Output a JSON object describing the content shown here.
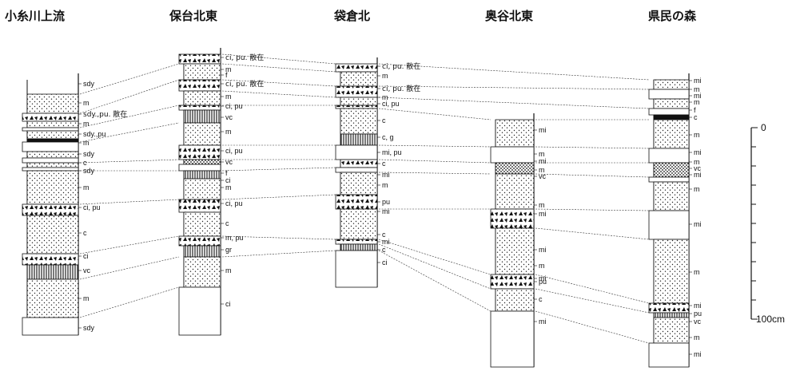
{
  "columns": [
    {
      "title": "小糸川上流",
      "labels": [
        "sdy",
        "m",
        "sdy.,pu. 散在",
        "m",
        "sdy.,pu",
        "m",
        "sdy",
        "c",
        "sdy",
        "m",
        "ci, pu",
        "c",
        "ci",
        "vc",
        "m",
        "sdy"
      ]
    },
    {
      "title": "保台北東",
      "labels": [
        "ci, pu. 散在",
        "m",
        "f",
        "ci, pu. 散在",
        "m",
        "ci, pu",
        "vc",
        "m",
        "ci, pu",
        "vc",
        "f",
        "ci",
        "m",
        "ci, pu",
        "c",
        "m, pu",
        "gr",
        "m",
        "ci"
      ]
    },
    {
      "title": "袋倉北",
      "labels": [
        "ci, pu. 散在",
        "m",
        "ci, pu. 散在",
        "m",
        "ci, pu",
        "c",
        "c, g",
        "mi, pu",
        "c",
        "mi",
        "m",
        "pu",
        "mi",
        "c",
        "mi",
        "c",
        "ci"
      ]
    },
    {
      "title": "奥谷北東",
      "labels": [
        "mi",
        "m",
        "mi",
        "m",
        "vc",
        "m",
        "mi",
        "mi",
        "pu",
        "c",
        "mi",
        "m",
        "mi"
      ]
    },
    {
      "title": "県民の森",
      "labels": [
        "mi",
        "m",
        "mi",
        "m",
        "f",
        "c",
        "m",
        "mi",
        "m",
        "vc",
        "mi",
        "m",
        "mi",
        "m",
        "mi",
        "pu",
        "vc",
        "m",
        "mi"
      ]
    }
  ],
  "scale": {
    "top_label": "0",
    "bottom_label": "100cm"
  }
}
